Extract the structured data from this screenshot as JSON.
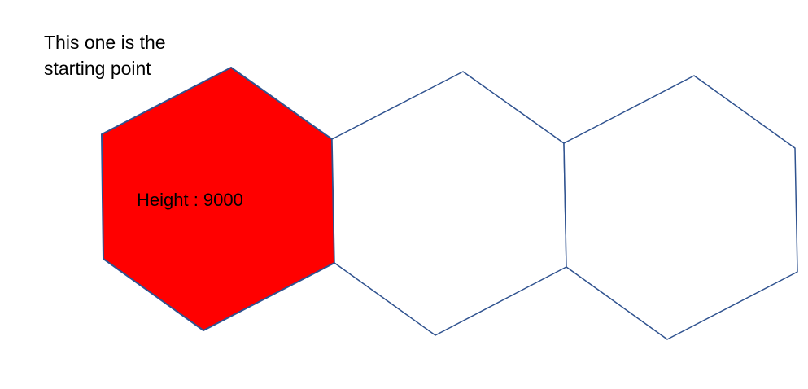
{
  "caption": {
    "line1": "This one is the",
    "line2": "starting point"
  },
  "hexagons": [
    {
      "label": "Height : 9000",
      "filled": true
    },
    {
      "label": "",
      "filled": false
    },
    {
      "label": "",
      "filled": false
    }
  ],
  "colors": {
    "start_fill": "#ff0000",
    "empty_fill": "#ffffff",
    "stroke": "#2f528f",
    "text": "#000000"
  }
}
